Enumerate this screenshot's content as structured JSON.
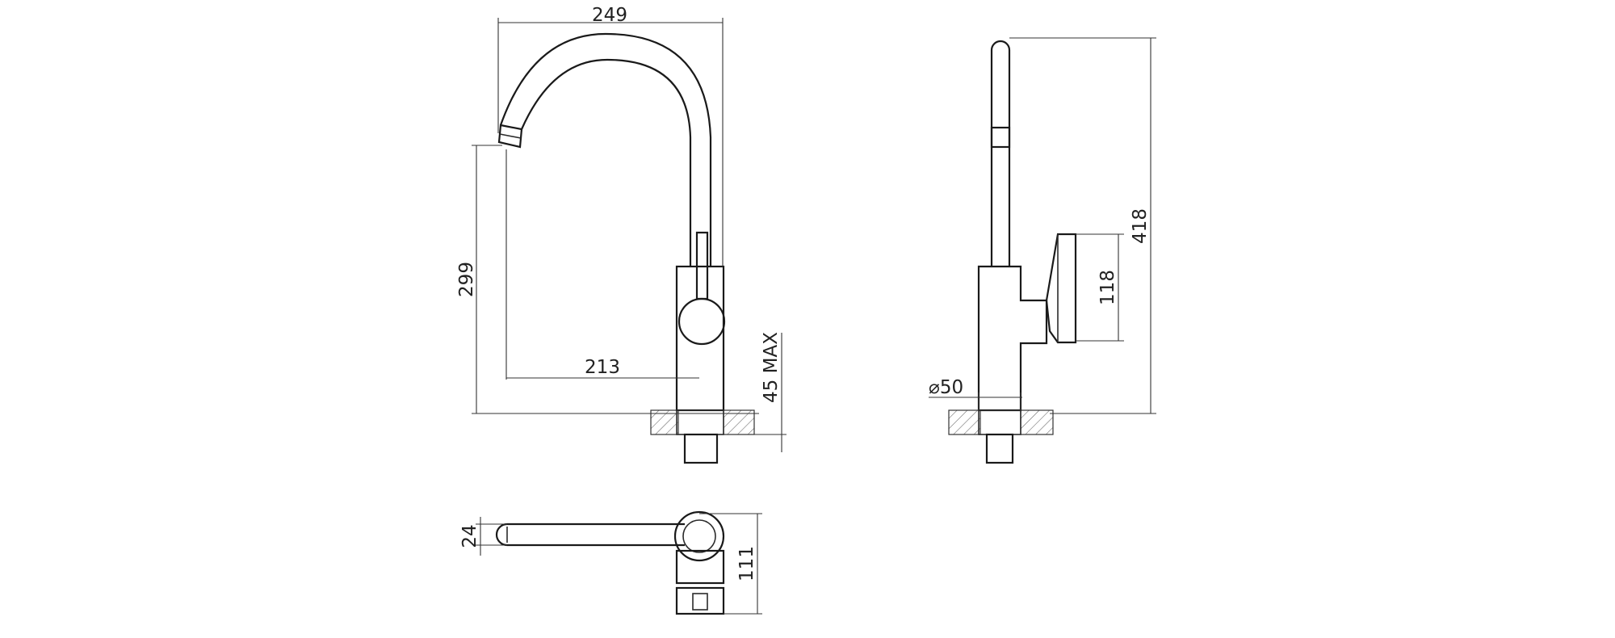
{
  "drawing": {
    "front_view": {
      "dim_overall_width": "249",
      "dim_spout_height": "299",
      "dim_spout_reach": "213",
      "dim_deck_thickness": "45 MAX"
    },
    "side_view": {
      "dim_total_height": "418",
      "dim_handle_height": "118",
      "dim_base_diameter": "⌀50"
    },
    "top_view": {
      "dim_spout_width": "24",
      "dim_depth": "111"
    }
  }
}
